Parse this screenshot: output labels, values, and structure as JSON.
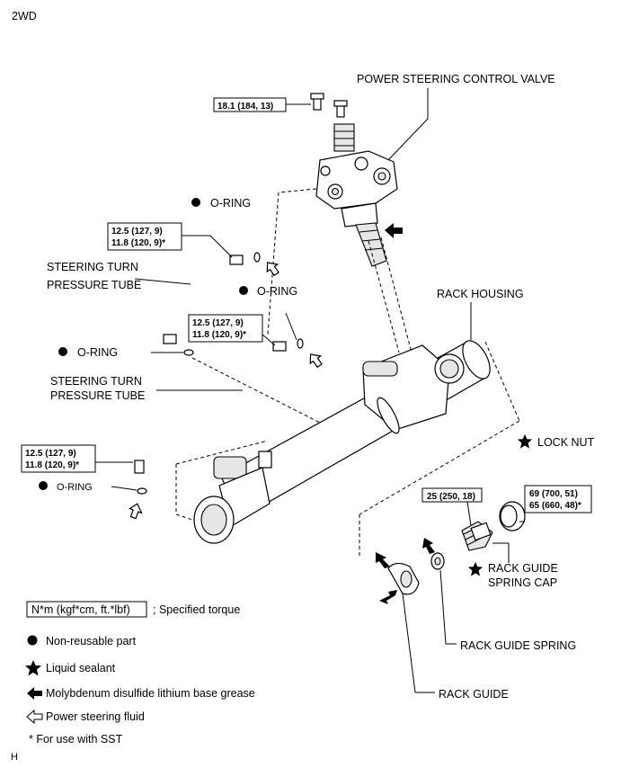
{
  "header": {
    "variant": "2WD"
  },
  "footer": {
    "code": "H"
  },
  "labels": {
    "control_valve": "POWER STEERING CONTROL VALVE",
    "rack_housing": "RACK HOUSING",
    "tube_1a": "STEERING TURN",
    "tube_1b": "PRESSURE TUBE",
    "tube_2a": "STEERING TURN",
    "tube_2b": "PRESSURE TUBE",
    "oring_1": "O-RING",
    "oring_2": "O-RING",
    "oring_3": "O-RING",
    "oring_4": "O-RING",
    "lock_nut": "LOCK NUT",
    "guide_cap_a": "RACK GUIDE",
    "guide_cap_b": "SPRING CAP",
    "guide_spring": "RACK GUIDE SPRING",
    "rack_guide": "RACK GUIDE"
  },
  "torques": {
    "valve_bolt": "18.1 (184, 13)",
    "tube1_a": "12.5 (127, 9)",
    "tube1_b": "11.8 (120, 9)*",
    "tube2_a": "12.5 (127, 9)",
    "tube2_b": "11.8 (120, 9)*",
    "tube3_a": "12.5 (127, 9)",
    "tube3_b": "11.8 (120, 9)*",
    "cap_a": "25 (250, 18)",
    "nut_a": "69 (700, 51)",
    "nut_b": "65 (660, 48)*"
  },
  "legend": {
    "torque_box": "N*m (kgf*cm, ft.*lbf)",
    "torque_text": "; Specified torque",
    "non_reusable": "Non-reusable part",
    "sealant": "Liquid sealant",
    "grease": "Molybdenum disulfide lithium base grease",
    "fluid": "Power steering fluid",
    "sst": "* For use with SST"
  }
}
